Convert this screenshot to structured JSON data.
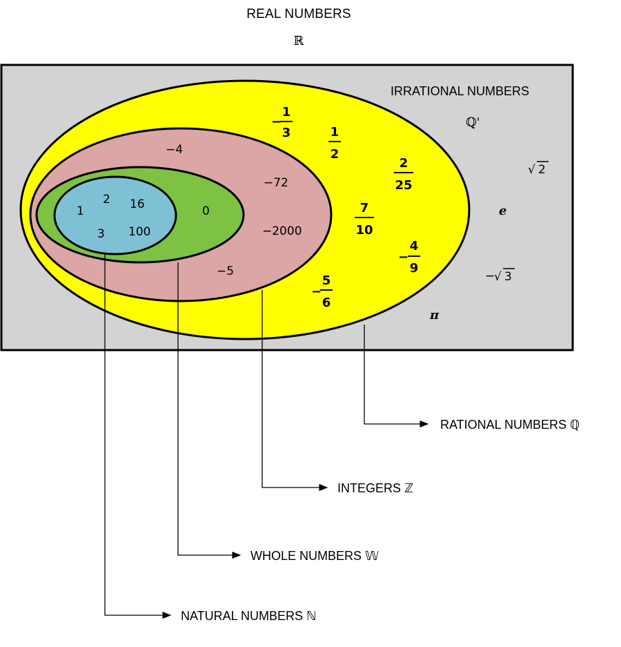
{
  "title": "REAL NUMBERS",
  "title_symbol": "ℝ",
  "irrational": {
    "label": "IRRATIONAL NUMBERS",
    "symbol": "ℚ'",
    "examples": [
      "√2",
      "e",
      "−√3",
      "π"
    ],
    "sqrt2_radical": "√",
    "sqrt2_value": "2",
    "neg_sqrt3_sign": "−",
    "neg_sqrt3_radical": "√",
    "neg_sqrt3_value": "3"
  },
  "rational": {
    "label": "RATIONAL NUMBERS ℚ",
    "fractions": [
      {
        "sign": "−",
        "num": "1",
        "den": "3"
      },
      {
        "sign": "",
        "num": "1",
        "den": "2"
      },
      {
        "sign": "",
        "num": "2",
        "den": "25"
      },
      {
        "sign": "",
        "num": "7",
        "den": "10"
      },
      {
        "sign": "−",
        "num": "4",
        "den": "9"
      },
      {
        "sign": "−",
        "num": "5",
        "den": "6"
      }
    ]
  },
  "integers": {
    "label": "INTEGERS ℤ",
    "examples": [
      "−4",
      "−72",
      "−2000",
      "−5"
    ]
  },
  "whole": {
    "label": "WHOLE NUMBERS 𝕎",
    "examples": [
      "0"
    ]
  },
  "natural": {
    "label": "NATURAL NUMBERS ℕ",
    "examples": [
      "1",
      "2",
      "16",
      "3",
      "100"
    ]
  },
  "colors": {
    "background_box": "#d3d3d3",
    "rational": "#ffff00",
    "integers": "#dba6a5",
    "whole": "#7dc242",
    "natural": "#7ec1d4",
    "outline": "#000000"
  }
}
